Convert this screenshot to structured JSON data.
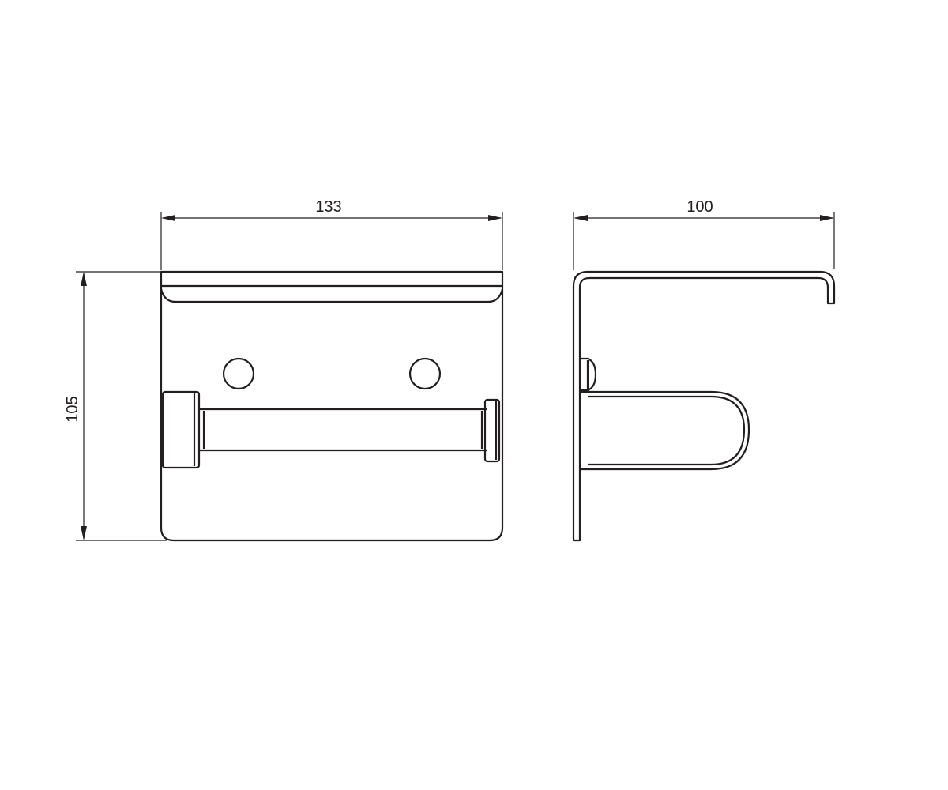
{
  "dimensions": {
    "width_front": "133",
    "height_front": "105",
    "depth_side": "100"
  },
  "colors": {
    "line": "#231f20",
    "background": "#ffffff"
  }
}
